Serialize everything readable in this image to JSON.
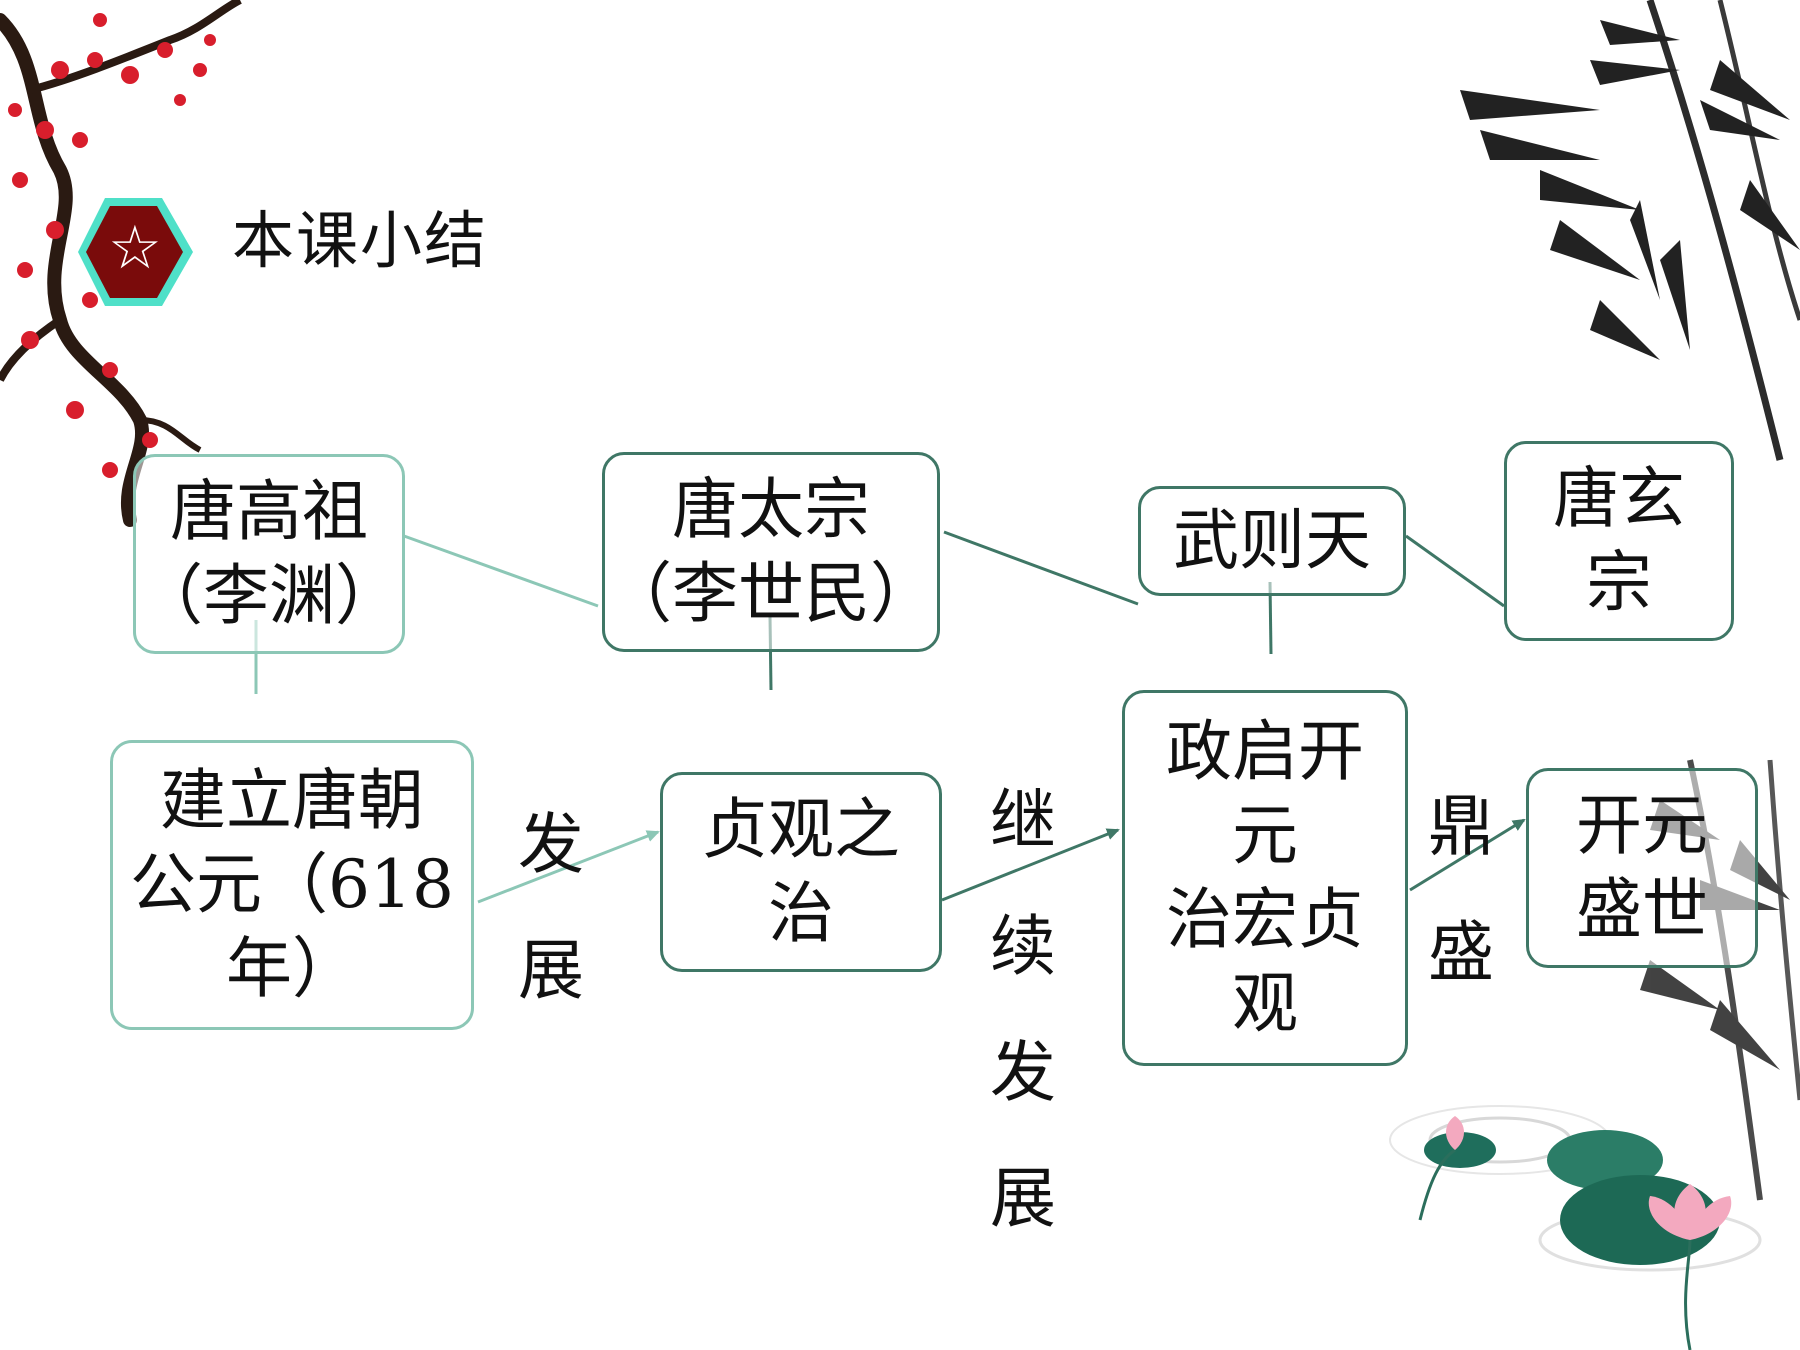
{
  "header": {
    "title": "本课小结",
    "icon": "star-icon"
  },
  "colors": {
    "light_teal": "#8cc7b6",
    "dark_teal": "#3f7766",
    "badge_fill": "#7a0b0b",
    "badge_ring": "#4fe0c8"
  },
  "emperors": {
    "gaozu": {
      "line1": "唐高祖",
      "line2": "（李渊）"
    },
    "taizong": {
      "line1": "唐太宗",
      "line2": "（李世民）"
    },
    "wuzetian": {
      "line1": "武则天"
    },
    "xuanzong": {
      "line1": "唐玄",
      "line2": "宗"
    }
  },
  "events": {
    "founding": {
      "line1": "建立唐朝",
      "line2": "公元（618",
      "line3": "年）"
    },
    "zhenguan": {
      "line1": "贞观之",
      "line2": "治"
    },
    "wu_rule": {
      "line1": "政启开",
      "line2": "元",
      "line3": "治宏贞",
      "line4": "观"
    },
    "kaiyuan": {
      "line1": "开元",
      "line2": "盛世"
    }
  },
  "transitions": {
    "develop": [
      "发",
      "展"
    ],
    "continue": [
      "继",
      "续",
      "发",
      "展"
    ],
    "peak": [
      "鼎",
      "盛"
    ]
  }
}
